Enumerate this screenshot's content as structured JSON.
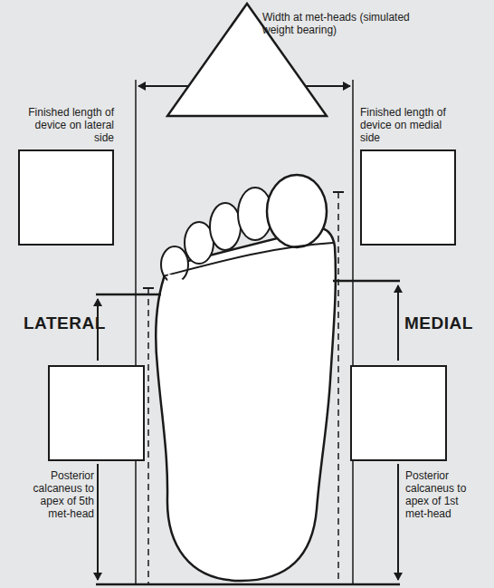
{
  "diagram": {
    "nodes": [
      {
        "text": [
          "Width at met-heads (simulated weight bearing)"
        ]
      },
      {
        "text": [
          "Finished length of device on lateral side"
        ]
      },
      {
        "text": [
          "Finished length of device on medial side"
        ]
      },
      {
        "text": [
          "Posterior calcaneus to apex of 5th met-head"
        ]
      },
      {
        "text": [
          "Posterior calcaneus to apex of 1st met-head"
        ]
      }
    ],
    "labels": [
      "LATERAL",
      "MEDIAL"
    ]
  }
}
